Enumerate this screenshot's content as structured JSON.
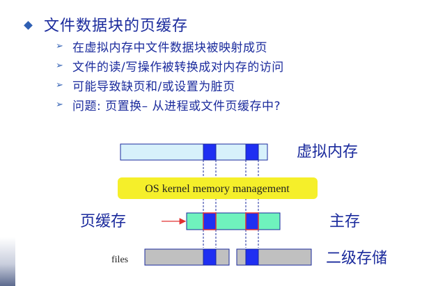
{
  "heading": "文件数据块的页缓存",
  "bullets": [
    "在虚拟内存中文件数据块被映射成页",
    "文件的读/写操作被转换成对内存的访问",
    "可能导致缺页和/或设置为脏页",
    "问题: 页置换– 从进程或文件页缓存中?"
  ],
  "diagram": {
    "virtual_memory_label": "虚拟内存",
    "kernel_label": "OS kernel memory management",
    "page_cache_label": "页缓存",
    "main_memory_label": "主存",
    "files_label": "files",
    "secondary_storage_label": "二级存储"
  },
  "colors": {
    "heading": "#1a2a9c",
    "bullet_marker": "#2f5fb3",
    "block": "#1f2ff2",
    "virtual_bar": "#d7f1fb",
    "main_bar": "#6ff2bd",
    "storage_bar": "#c0c0c0",
    "kernel_box": "#f5ef2a",
    "pointer_arrow": "#e23030",
    "link_lines": "#1a2a9c"
  }
}
